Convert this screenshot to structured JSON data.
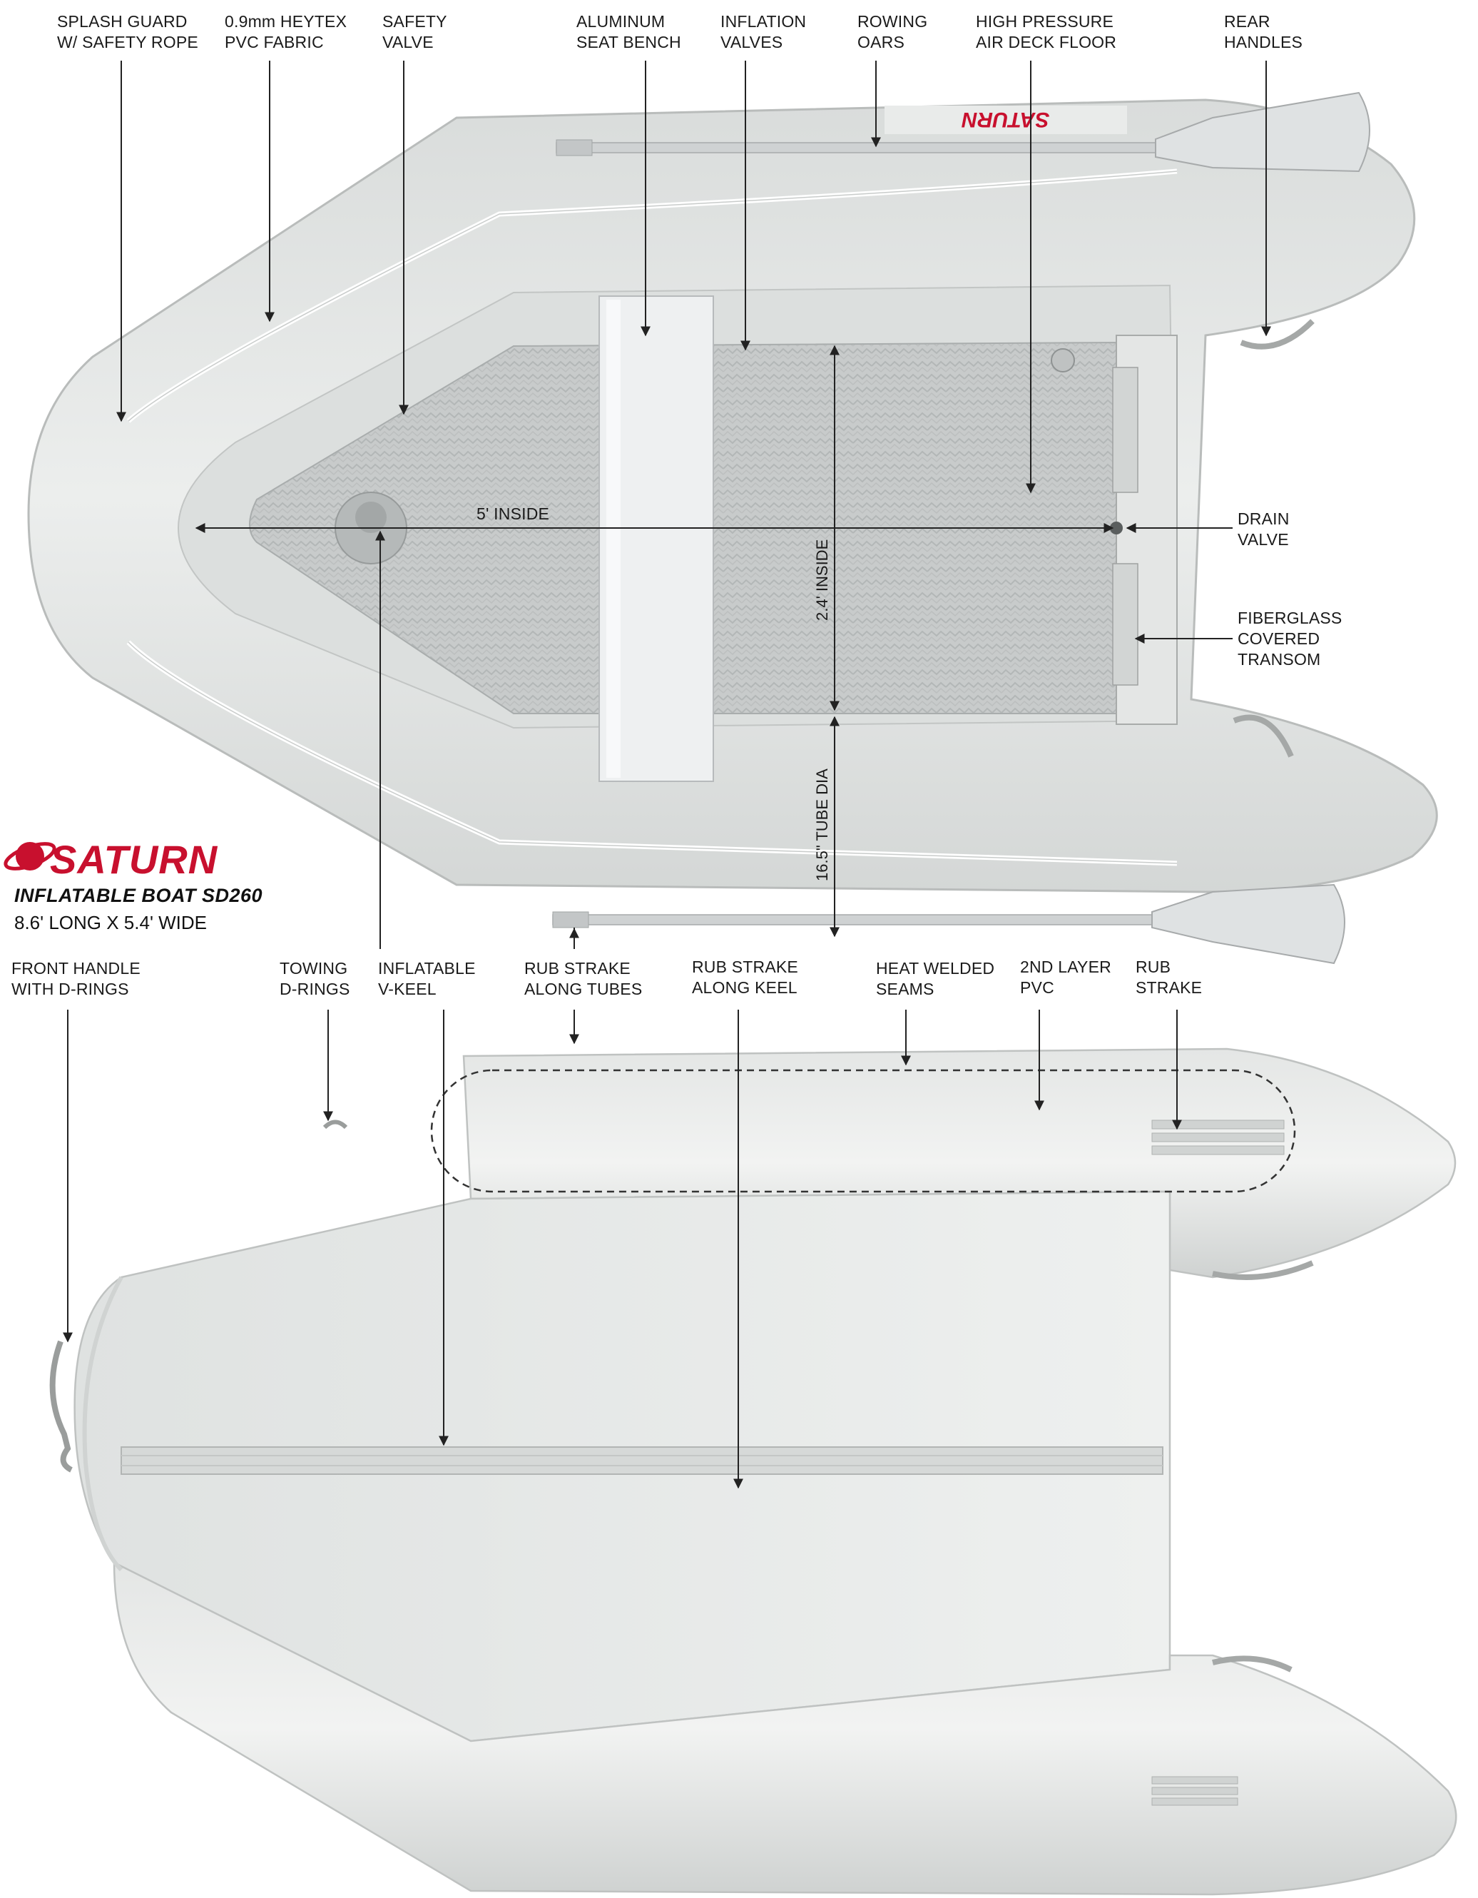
{
  "brand": {
    "name": "SATURN",
    "model": "INFLATABLE BOAT SD260",
    "dimensions": "8.6' LONG X 5.4' WIDE",
    "logo_color": "#c8102e"
  },
  "deck_logo_text": "SATURN",
  "measurements": {
    "length_inside": "5' INSIDE",
    "width_inside": "2.4' INSIDE",
    "tube_dia": "16.5\" TUBE DIA"
  },
  "top_labels": {
    "splash_guard": "SPLASH GUARD\nW/ SAFETY ROPE",
    "fabric": "0.9mm HEYTEX\nPVC FABRIC",
    "safety_valve": "SAFETY\nVALVE",
    "seat_bench": "ALUMINUM\nSEAT BENCH",
    "inflation_valves": "INFLATION\nVALVES",
    "oars": "ROWING\nOARS",
    "floor": "HIGH PRESSURE\nAIR DECK FLOOR",
    "rear_handles": "REAR\nHANDLES",
    "drain_valve": "DRAIN\nVALVE",
    "transom": "FIBERGLASS\nCOVERED\nTRANSOM"
  },
  "bottom_labels": {
    "front_handle": "FRONT HANDLE\nWITH D-RINGS",
    "towing": "TOWING\nD-RINGS",
    "keel": "INFLATABLE\nV-KEEL",
    "rub_tubes": "RUB STRAKE\nALONG TUBES",
    "rub_keel": "RUB STRAKE\nALONG KEEL",
    "seams": "HEAT WELDED\nSEAMS",
    "second_layer": "2ND LAYER\nPVC",
    "rub_strake": "RUB\nSTRAKE"
  }
}
